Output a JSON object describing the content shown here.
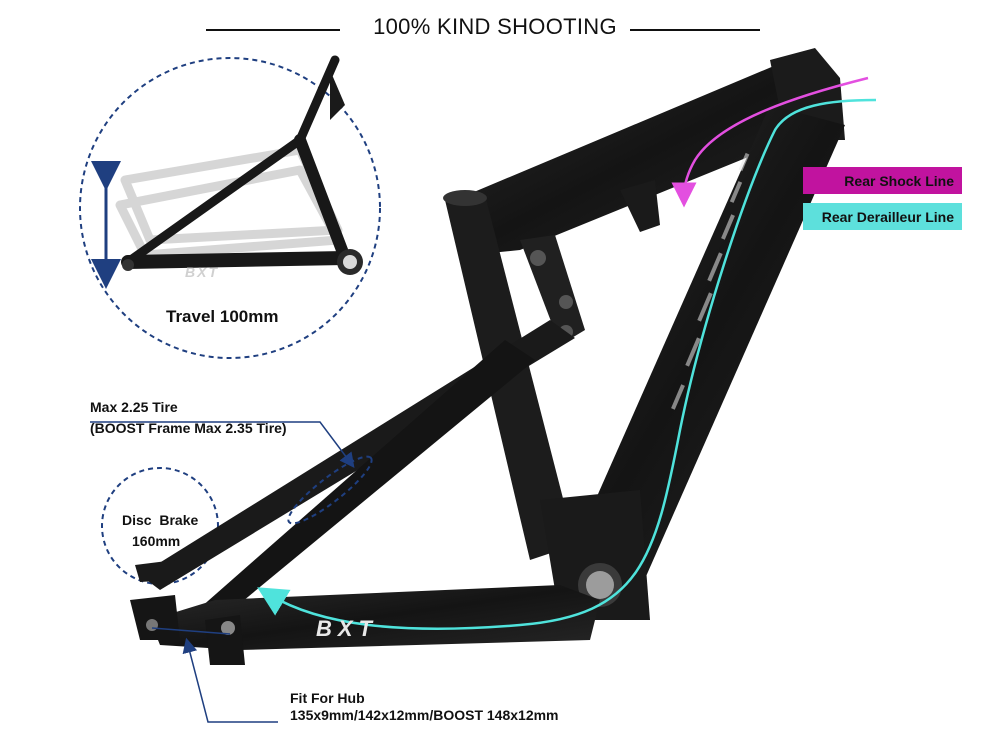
{
  "header": {
    "title": "100% KIND SHOOTING"
  },
  "legend": [
    {
      "label": "Rear Shock Line",
      "color": "#c1139f"
    },
    {
      "label": "Rear Derailleur Line",
      "color": "#5de0dc"
    }
  ],
  "callouts": {
    "travel": "Travel 100mm",
    "tire_line1": "Max 2.25 Tire",
    "tire_line2": "(BOOST Frame Max 2.35 Tire)",
    "brake_line1": "Disc  Brake",
    "brake_line2": "160mm",
    "hub_line1": "Fit For Hub",
    "hub_line2": "135x9mm/142x12mm/BOOST 148x12mm"
  },
  "brand": {
    "logo_text": "BXT"
  },
  "colors": {
    "frame": "#1a1a1a",
    "frame_highlight": "#3a3a3a",
    "callout_blue": "#1f3f80",
    "shock_line": "#e34fe0",
    "derailleur_line": "#4fe3dc"
  }
}
